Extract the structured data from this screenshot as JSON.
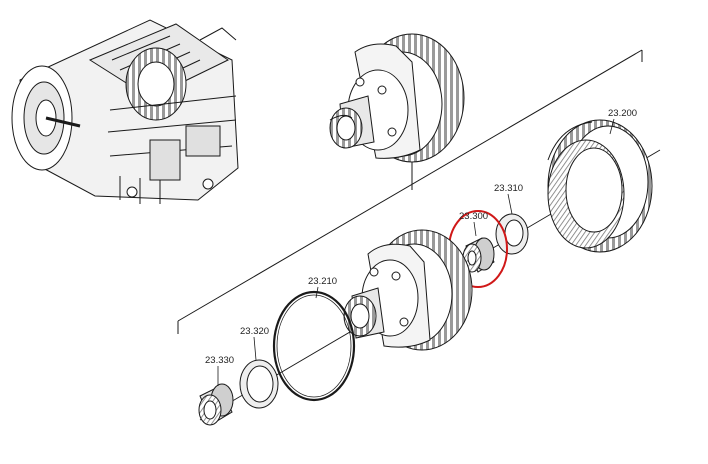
{
  "parts": [
    {
      "id": "p23200",
      "label": "23.200",
      "icon": "ring-gear"
    },
    {
      "id": "p23210",
      "label": "23.210",
      "icon": "o-ring"
    },
    {
      "id": "p23300",
      "label": "23.300",
      "icon": "needle-bearing",
      "highlighted": true
    },
    {
      "id": "p23310",
      "label": "23.310",
      "icon": "thrust-washer"
    },
    {
      "id": "p23320",
      "label": "23.320",
      "icon": "retaining-ring"
    },
    {
      "id": "p23330",
      "label": "23.330",
      "icon": "bushing"
    }
  ],
  "colors": {
    "line": "#1a1a1a",
    "highlight": "#d01818",
    "shade": "#bdbdbd"
  }
}
